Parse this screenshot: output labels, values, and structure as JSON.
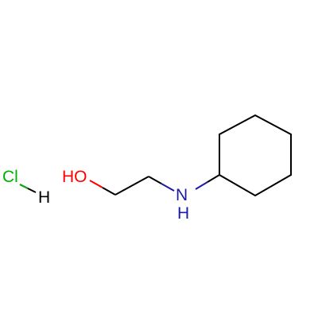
{
  "molecule": {
    "atoms": {
      "cl": "Cl",
      "h_hcl": "H",
      "oh": "HO",
      "n": "N",
      "h_amine": "H"
    },
    "colors": {
      "bond": "#000000",
      "chlorine": "#00b000",
      "hydrogen": "#000000",
      "oxygen": "#ff0000",
      "nitrogen": "#1b1ba8"
    }
  }
}
